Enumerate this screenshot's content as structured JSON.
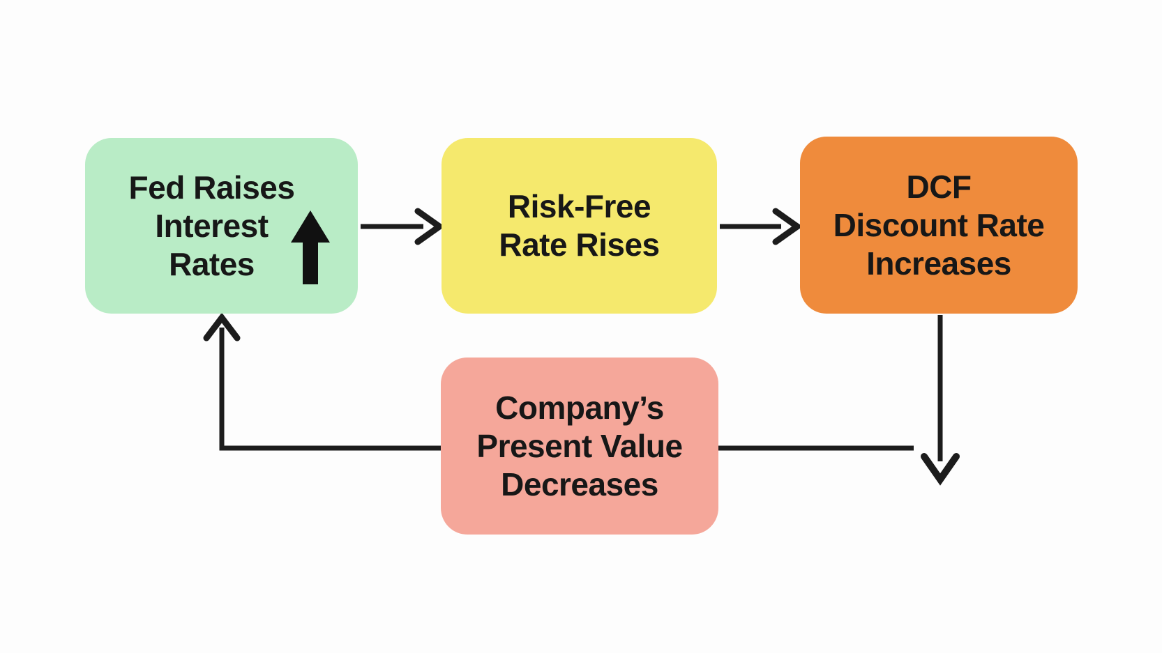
{
  "diagram": {
    "type": "flowchart",
    "background_color": "#fdfdfd",
    "connector_color": "#1c1c1c",
    "text_color": "#171717",
    "nodes": [
      {
        "id": "fed-raises-rates",
        "lines": [
          "Fed Raises",
          "Interest",
          "Rates"
        ],
        "color": "#b9ecc6",
        "icon": "up-arrow-icon"
      },
      {
        "id": "risk-free-rate",
        "lines": [
          "Risk-Free",
          "Rate Rises"
        ],
        "color": "#f5e96d"
      },
      {
        "id": "dcf-discount-rate",
        "lines": [
          "DCF",
          "Discount Rate",
          "Increases"
        ],
        "color": "#ef8b3c"
      },
      {
        "id": "present-value",
        "lines": [
          "Company’s",
          "Present Value",
          "Decreases"
        ],
        "color": "#f5a79a"
      }
    ],
    "edges": [
      {
        "from": "fed-raises-rates",
        "to": "risk-free-rate",
        "direction": "right"
      },
      {
        "from": "risk-free-rate",
        "to": "dcf-discount-rate",
        "direction": "right"
      },
      {
        "from": "dcf-discount-rate",
        "to": "present-value",
        "direction": "down"
      },
      {
        "from": "present-value",
        "to": "fed-raises-rates",
        "direction": "left-up"
      }
    ]
  }
}
